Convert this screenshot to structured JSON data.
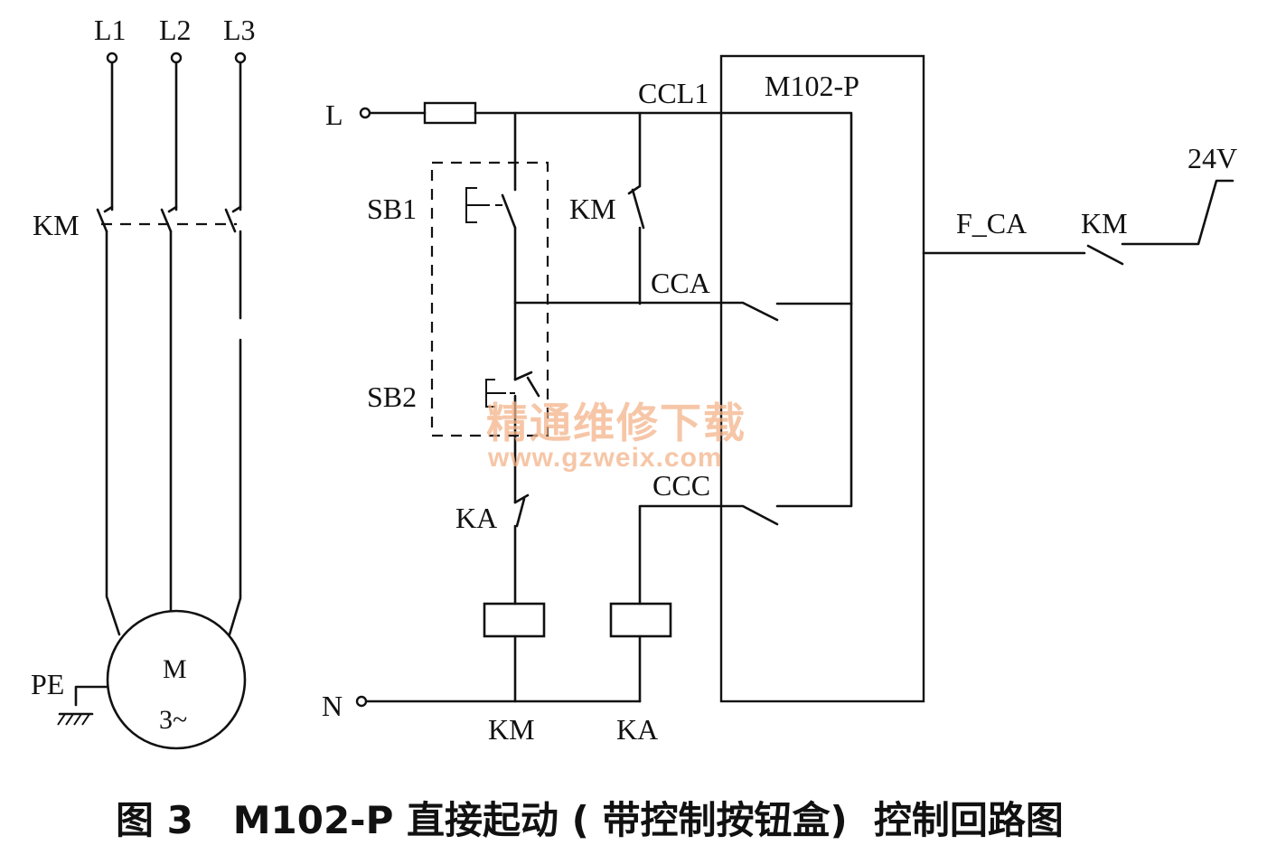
{
  "supply": {
    "l1": "L1",
    "l2": "L2",
    "l3": "L3",
    "pe": "PE"
  },
  "motor": {
    "name": "M",
    "phase": "3~"
  },
  "contactor_main": "KM",
  "control": {
    "line": "L",
    "neutral": "N",
    "sb1": "SB1",
    "sb2": "SB2",
    "ka_contact": "KA",
    "km_contact": "KM",
    "km_coil": "KM",
    "ka_coil": "KA"
  },
  "module": {
    "name": "M102-P",
    "ccl1": "CCL1",
    "cca": "CCA",
    "ccc": "CCC",
    "f_ca": "F_CA",
    "km_output": "KM",
    "voltage": "24V"
  },
  "watermark": {
    "line1": "精通维修下载",
    "line2": "www.gzweix.com"
  },
  "caption": "图 3   M102-P 直接起动 ( 带控制按钮盒)  控制回路图"
}
